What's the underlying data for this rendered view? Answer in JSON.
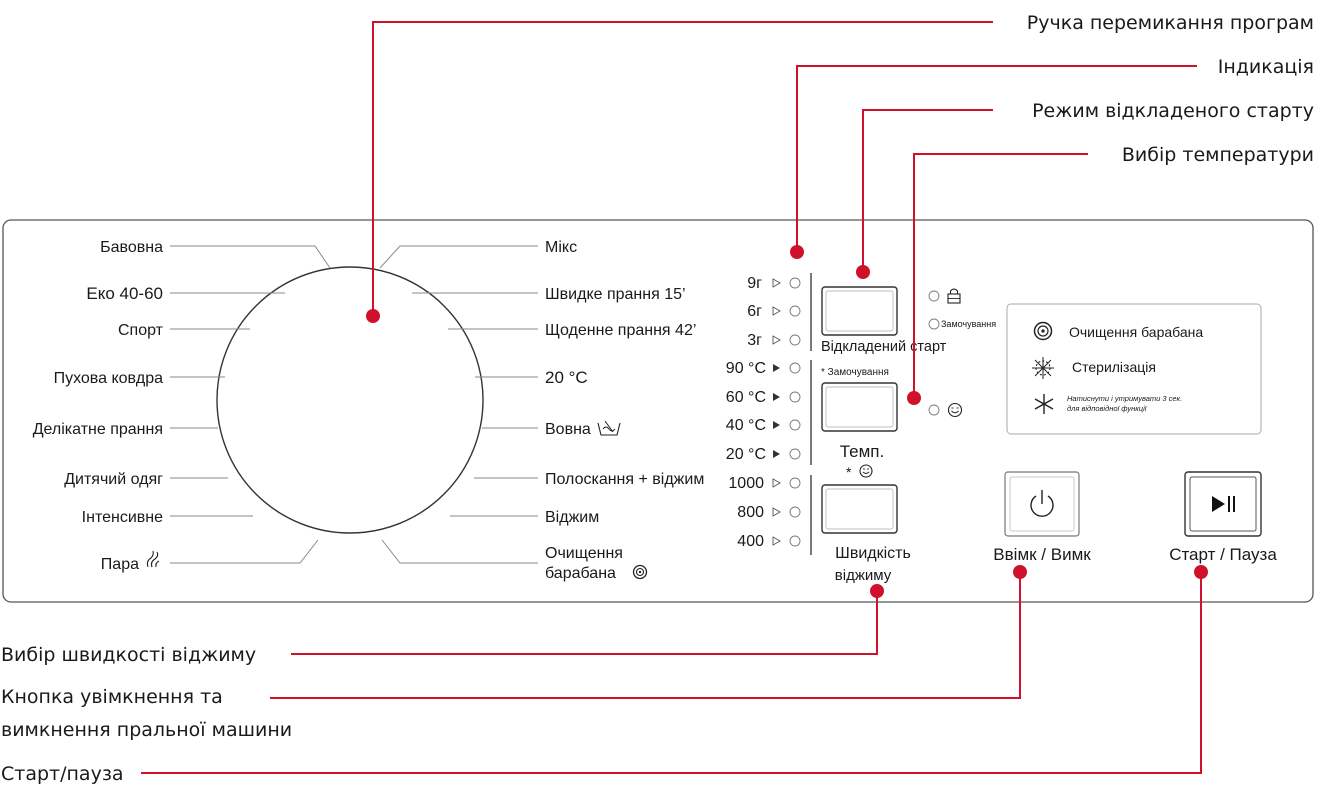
{
  "callouts": {
    "program_knob": "Ручка перемикання програм",
    "indication": "Індикація",
    "delay_start_mode": "Режим відкладеного старту",
    "temperature_select": "Вибір температури",
    "spin_speed_select": "Вибір швидкості віджиму",
    "power_button_line1": "Кнопка увімкнення та",
    "power_button_line2": "вимкнення пральної машини",
    "start_pause": "Старт/пауза"
  },
  "programs_left": [
    "Бавовна",
    "Еко 40-60",
    "Спорт",
    "Пухова ковдра",
    "Делікатне прання",
    "Дитячий одяг",
    "Інтенсивне",
    "Пара"
  ],
  "programs_right": [
    "Мікс",
    "Швидке прання 15’",
    "Щоденне прання 42’",
    "20 °C",
    "Вовна",
    "Полоскання + віджим",
    "Віджим",
    "Очищення",
    "барабана"
  ],
  "delay_indicators": [
    "9г",
    "6г",
    "3г"
  ],
  "temperature_indicators": [
    "90 °C",
    "60 °C",
    "40 °C",
    "20 °C"
  ],
  "spin_indicators": [
    "1000",
    "800",
    "400"
  ],
  "buttons": {
    "delay_start": "Відкладений старт",
    "lock_label": "Замочування",
    "temp_hint": "* Замочування",
    "temp": "Темп.",
    "temp_star": "*",
    "spin_line1": "Швидкість",
    "spin_line2": "віджиму",
    "power": "Ввімк / Вимк",
    "start_pause": "Старт / Пауза"
  },
  "info_panel": {
    "drum_clean": "Очищення барабана",
    "sterilization": "Стерилізація",
    "hold_line1": "Натиснути і утримувати 3 сек.",
    "hold_line2": "для відповідної функції"
  },
  "icons": [
    "lock-icon",
    "smile-icon",
    "drum-clean-icon",
    "sterilize-icon",
    "asterisk-icon",
    "power-icon",
    "play-pause-icon",
    "steam-icon",
    "wool-icon"
  ],
  "colors": {
    "callout_red": "#d0112b",
    "panel_border": "#555555"
  }
}
